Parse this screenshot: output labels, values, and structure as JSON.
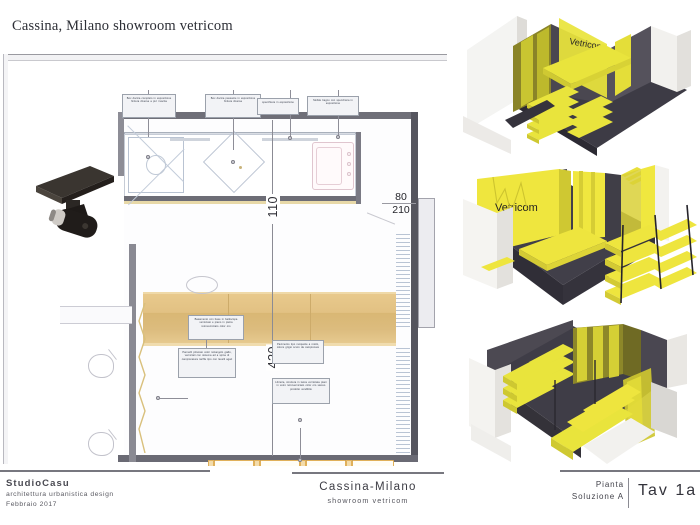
{
  "document": {
    "title": "Cassina, Milano showroom vetricom"
  },
  "plan": {
    "dimensions": {
      "vertical_upper": "110",
      "vertical_lower": "420",
      "door_width": "80",
      "door_height": "210"
    },
    "callouts": [
      {
        "id": "box-doccia-1",
        "text": "Box doccia completo in esposizione finitura diversa a piu' riuscita"
      },
      {
        "id": "box-doccia-2",
        "text": "Box doccia passante in esposizione finitura diversa"
      },
      {
        "id": "specchiera",
        "text": "specchiera in esposizione"
      },
      {
        "id": "mobile-bagno",
        "text": "Mobile bagno con specchiera in esposizione"
      },
      {
        "id": "basamento",
        "text": "Basamento con base in battiscopa verniciato e piano in pietra retroverniciato color oro"
      },
      {
        "id": "pannelli",
        "text": "Pannelli pitturato color rettangolo giallo, verniciati con sistema ad a spina di campionatura tariffa tipo con lavelli agari"
      },
      {
        "id": "pavimento",
        "text": "Pavimento tipo moquette a rotolo, colore grigio scuro da campionare"
      },
      {
        "id": "libreria",
        "text": "Libreria, struttura in lacca verniciata piani in vetro retroverniciato color oro stesso prodotto vendibile"
      }
    ]
  },
  "renders": [
    {
      "id": "render-top",
      "signage": "Vetricom"
    },
    {
      "id": "render-middle",
      "signage": "Vetricom"
    },
    {
      "id": "render-bottom",
      "signage": ""
    }
  ],
  "titleblock": {
    "studio_name": "StudioCasu",
    "studio_discipline": "architettura urbanistica design",
    "date": "Febbraio  2017",
    "project_name": "Cassina-Milano",
    "project_subtitle": "showroom vetricom",
    "sheet_type": "Pianta",
    "sheet_variant": "Soluzione A",
    "sheet_number": "Tav 1a"
  },
  "colors": {
    "accent_yellow": "#e9e43c",
    "ochre": "#e2c183",
    "dark_floor": "#3c3a44",
    "line": "#8b8b94"
  }
}
